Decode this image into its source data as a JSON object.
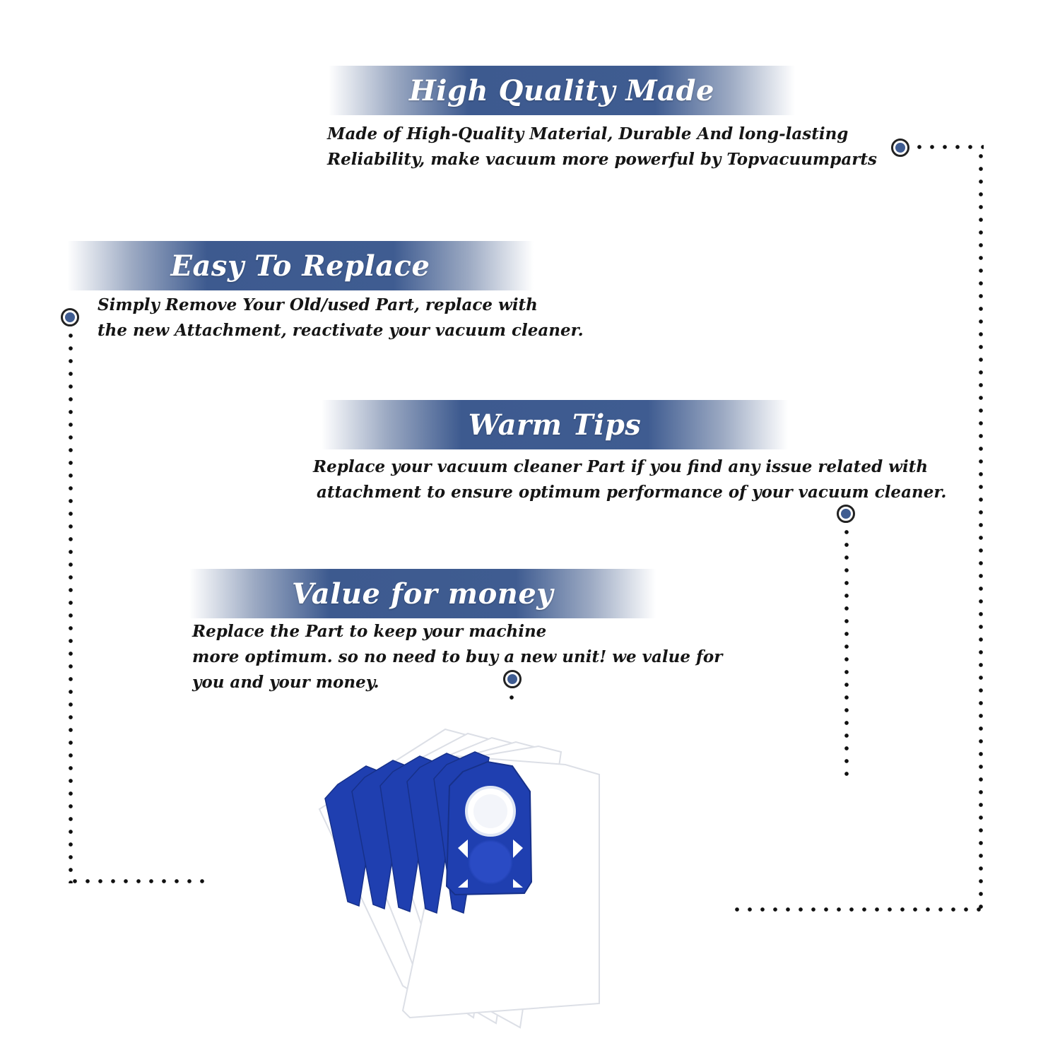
{
  "sections": [
    {
      "title": "High Quality Made",
      "lines": [
        "Made of  High-Quality Material, Durable And long-lasting",
        "Reliability, make vacuum more powerful by Topvacuumparts"
      ]
    },
    {
      "title": "Easy To Replace",
      "lines": [
        "Simply Remove Your Old/used Part, replace with",
        "the new Attachment, reactivate your vacuum cleaner."
      ]
    },
    {
      "title": "Warm Tips",
      "lines": [
        "Replace your vacuum cleaner Part if you find any issue related with",
        "attachment to ensure optimum performance of your vacuum cleaner."
      ]
    },
    {
      "title": "Value for money",
      "lines": [
        "Replace the Part to keep your machine",
        "more optimum. so no need to buy a new unit! we value for",
        "you and your money."
      ]
    }
  ],
  "colors": {
    "banner": "#3f5c91",
    "marker_fill": "#3f5c91",
    "bag_collar": "#1f3fb0",
    "bag_paper": "#ffffff"
  },
  "icons": {
    "marker": "target-dot-icon",
    "product": "vacuum-bag-image"
  }
}
